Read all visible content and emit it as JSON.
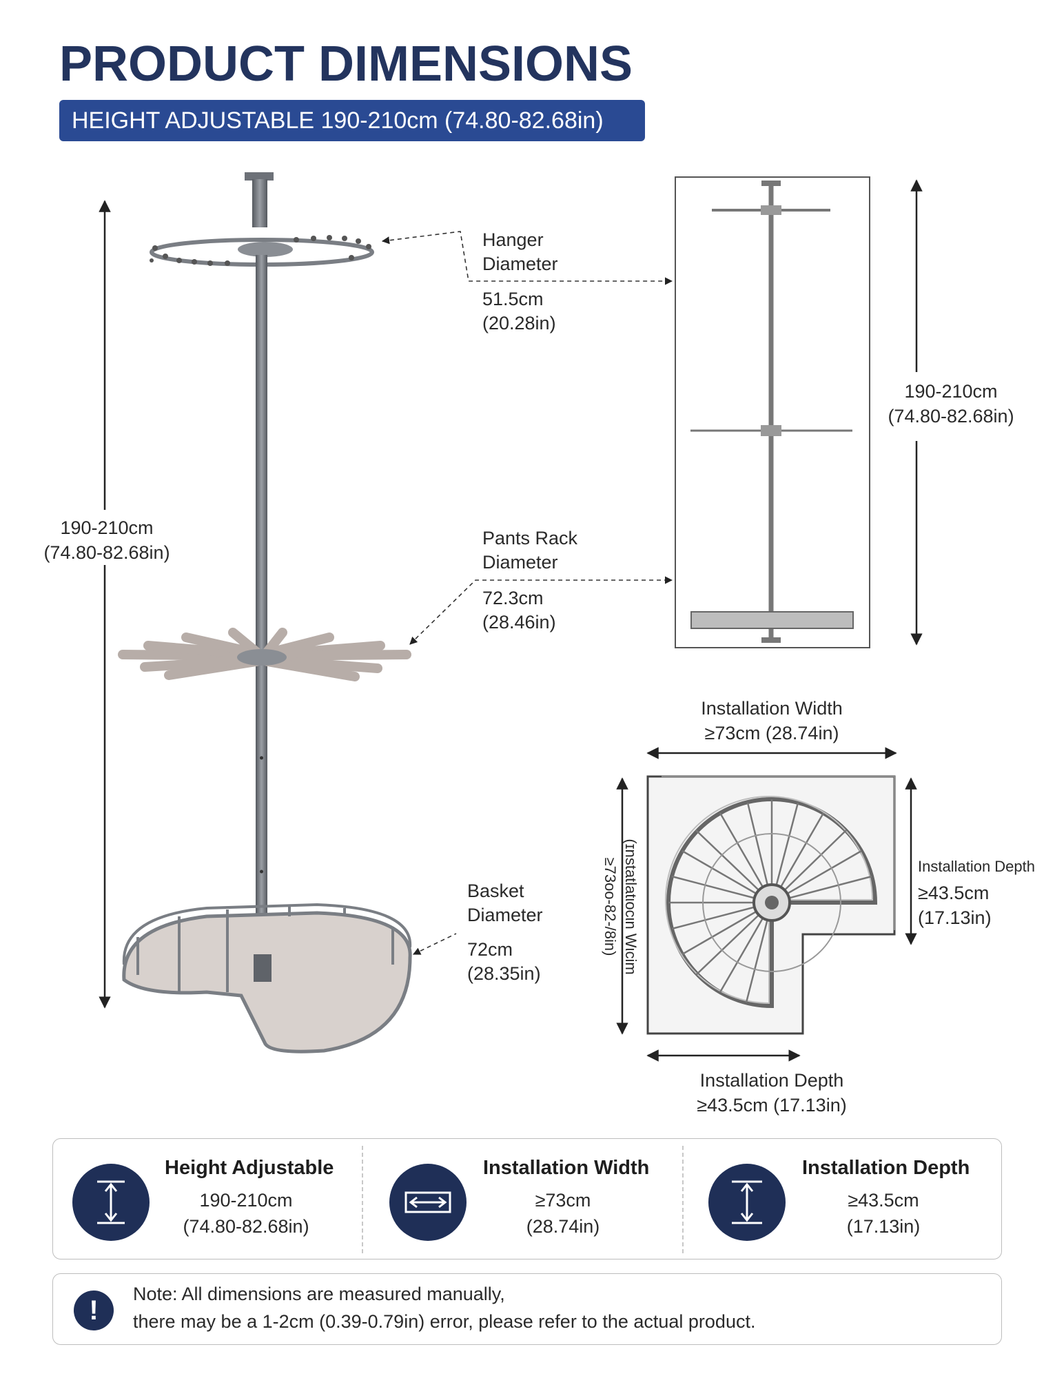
{
  "header": {
    "title": "PRODUCT DIMENSIONS",
    "banner": "HEIGHT ADJUSTABLE 190-210cm (74.80-82.68in)"
  },
  "main_diagram": {
    "height_label": "190-210cm",
    "height_label_in": "(74.80-82.68in)",
    "hanger_label_1": "Hanger",
    "hanger_label_2": "Diameter",
    "hanger_value": "51.5cm",
    "hanger_value_in": "(20.28in)",
    "pants_label_1": "Pants Rack",
    "pants_label_2": "Diameter",
    "pants_value": "72.3cm",
    "pants_value_in": "(28.46in)",
    "basket_label_1": "Basket",
    "basket_label_2": "Diameter",
    "basket_value": "72cm",
    "basket_value_in": "(28.35in)"
  },
  "side_view": {
    "height_label": "190-210cm",
    "height_label_in": "(74.80-82.68in)"
  },
  "top_view": {
    "width_label": "Installation Width",
    "width_value": "≥73cm (28.74in)",
    "side_vertical_1": "(ɪnstatlatιocιn Wιcim",
    "side_vertical_2": "≥73oo-82-/8in)",
    "depth_right_label": "Installation Depth",
    "depth_right_value": "≥43.5cm",
    "depth_right_value_in": "(17.13in)",
    "depth_bottom_label": "Installation Depth",
    "depth_bottom_value": "≥43.5cm (17.13in)"
  },
  "features": [
    {
      "icon": "height-arrow-icon",
      "title": "Height Adjustable",
      "value": "190-210cm",
      "value_in": "(74.80-82.68in)"
    },
    {
      "icon": "width-arrow-icon",
      "title": "Installation Width",
      "value": "≥73cm",
      "value_in": "(28.74in)"
    },
    {
      "icon": "depth-arrow-icon",
      "title": "Installation Depth",
      "value": "≥43.5cm",
      "value_in": "(17.13in)"
    }
  ],
  "note": {
    "icon": "exclamation-icon",
    "mark": "!",
    "line1": "Note: All dimensions are measured manually,",
    "line2": "there may be a 1-2cm (0.39-0.79in) error, please refer to the actual product."
  },
  "colors": {
    "title": "#23345e",
    "banner": "#2a4a93",
    "icon_bg": "#1f2f57",
    "metal": "#6f737a"
  }
}
